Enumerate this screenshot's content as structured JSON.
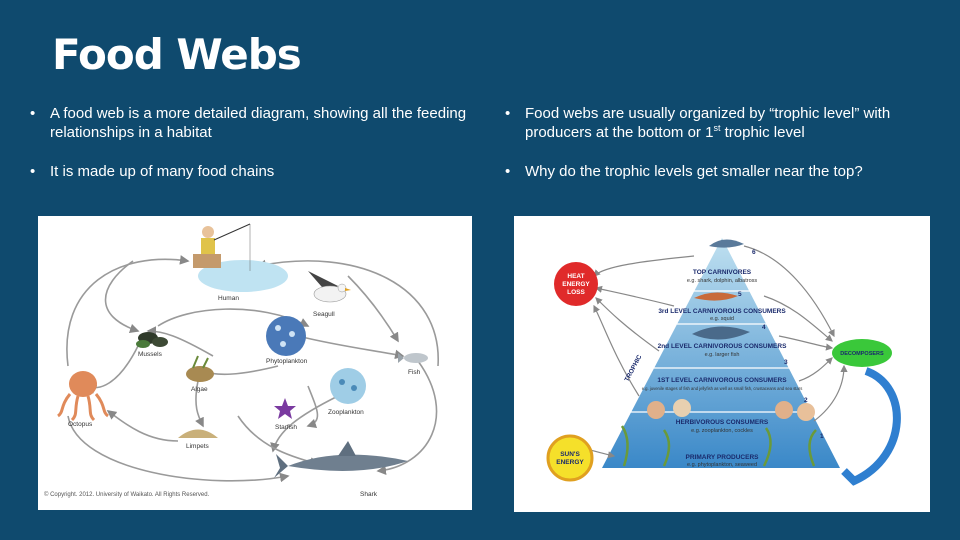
{
  "title": "Food Webs",
  "left_bullets": [
    {
      "marker": "•",
      "text": "A food web is a more detailed diagram, showing all the feeding relationships in a habitat"
    },
    {
      "marker": "•",
      "text": "It is made up of many food chains"
    }
  ],
  "right_bullets": [
    {
      "marker": "•",
      "text_before": "Food webs are usually organized by “trophic level” with producers at the bottom or 1",
      "sup": "st",
      "text_after": " trophic level"
    },
    {
      "marker": "•",
      "text": "Why do the trophic levels get smaller near the top?"
    }
  ],
  "food_web": {
    "labels": {
      "human": "Human",
      "seagull": "Seagull",
      "mussels": "Mussels",
      "phytoplankton": "Phytoplankton",
      "fish": "Fish",
      "algae": "Algae",
      "octopus": "Octopus",
      "starfish": "Starfish",
      "zooplankton": "Zooplankton",
      "limpets": "Limpets",
      "shark": "Shark"
    },
    "copyright": "© Copyright. 2012. University of Waikato. All Rights Reserved."
  },
  "pyramid": {
    "heat": [
      "HEAT",
      "ENERGY",
      "LOSS"
    ],
    "sun": [
      "SUN'S",
      "ENERGY"
    ],
    "decomposers": "DECOMPOSERS",
    "trophic": "TROPHIC",
    "levels": [
      {
        "num": "6",
        "title": "TOP CARNIVORES",
        "sub": "e.g. shark, dolphin, albatross"
      },
      {
        "num": "5",
        "title": "3rd LEVEL CARNIVOROUS CONSUMERS",
        "sub": "e.g. squid"
      },
      {
        "num": "4",
        "title": "2nd LEVEL CARNIVOROUS CONSUMERS",
        "sub": "e.g. larger fish"
      },
      {
        "num": "3",
        "title": "1ST LEVEL CARNIVOROUS CONSUMERS",
        "sub": "e.g. juvenile stages of fish and jellyfish as well as small fish, crustaceans and sea stars"
      },
      {
        "num": "2",
        "title": "HERBIVOROUS CONSUMERS",
        "sub": "e.g. zooplankton, cockles"
      },
      {
        "num": "1",
        "title": "PRIMARY PRODUCERS",
        "sub": "e.g. phytoplankton, seaweed"
      }
    ]
  }
}
